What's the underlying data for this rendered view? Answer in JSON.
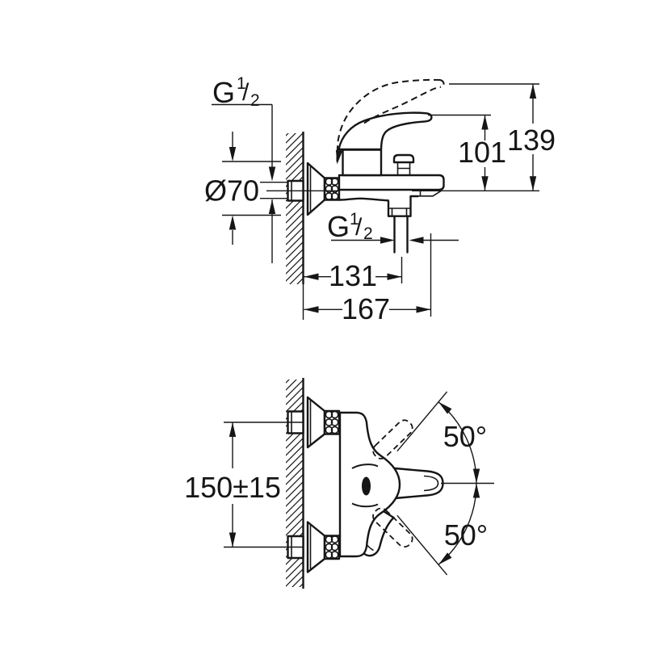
{
  "drawing": {
    "colors": {
      "ink": "#161616",
      "background": "#ffffff"
    },
    "side_view": {
      "thread_wall_label": {
        "prefix": "G",
        "numerator": "1",
        "slash": "/",
        "denominator": "2"
      },
      "escutcheon_diameter_label": "Ø70",
      "height_to_handle_label": "101",
      "height_total_label": "139",
      "thread_spout_label": {
        "prefix": "G",
        "numerator": "1",
        "slash": "/",
        "denominator": "2"
      },
      "depth_to_outlet_label": "131",
      "depth_total_label": "167"
    },
    "front_view": {
      "connection_spacing_label": "150±15",
      "swivel_angle_up_label": "50°",
      "swivel_angle_down_label": "50°"
    }
  }
}
